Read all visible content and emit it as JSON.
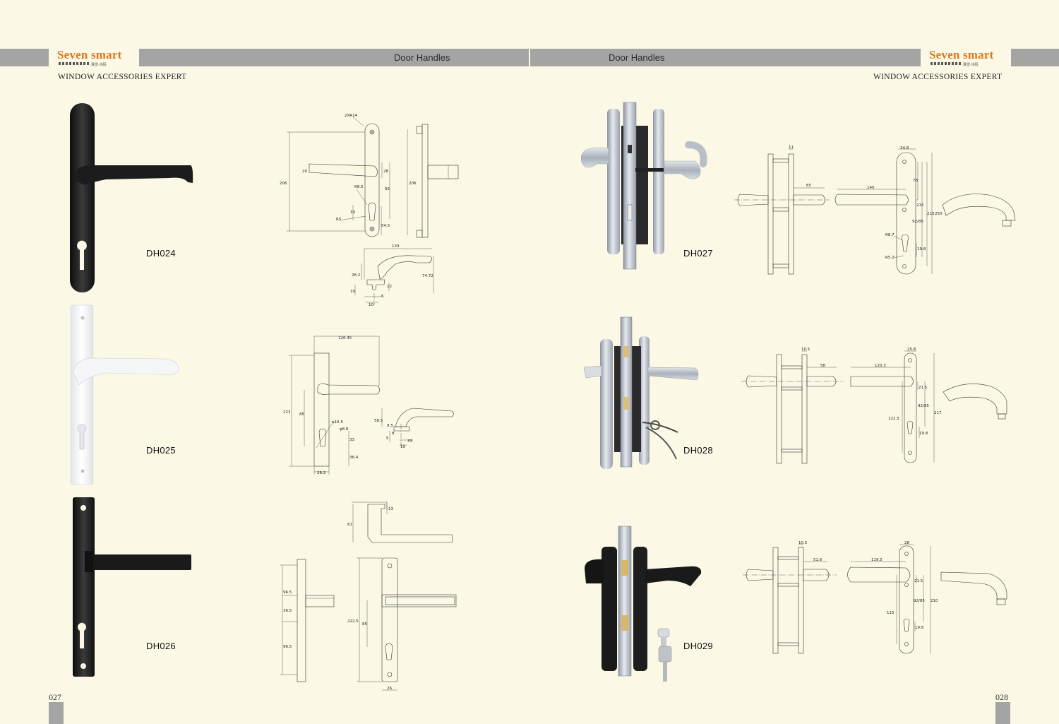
{
  "header": {
    "left": {
      "brand": "Seven smart",
      "brand_sub": "赛雷·诗码",
      "section": "Door Handles",
      "tagline": "WINDOW ACCESSORIES EXPERT"
    },
    "right": {
      "brand": "Seven smart",
      "brand_sub": "赛雷·诗码",
      "section": "Door Handles",
      "tagline": "WINDOW ACCESSORIES EXPERT"
    }
  },
  "products": [
    {
      "code": "DH024",
      "finish": "black",
      "dims": [
        "2XR14",
        "206",
        "20",
        "28",
        "92",
        "206",
        "R8.5",
        "33",
        "R5",
        "54.5",
        "129",
        "28.2",
        "74.72",
        "10",
        "12",
        "10",
        "6"
      ]
    },
    {
      "code": "DH025",
      "finish": "white",
      "dims": [
        "126.45",
        "223",
        "85",
        "φ16.5",
        "φ8.8",
        "33",
        "38.4",
        "28.2",
        "58.5",
        "9.5",
        "8",
        "5",
        "33",
        "10"
      ]
    },
    {
      "code": "DH026",
      "finish": "black",
      "dims": [
        "13",
        "61",
        "96.5",
        "36.5",
        "96.5",
        "222.5",
        "85",
        "26"
      ]
    },
    {
      "code": "DH027",
      "finish": "silver",
      "dims": [
        "11",
        "65",
        "34.8",
        "140",
        "78",
        "215",
        "215",
        "250",
        "92/85",
        "R8.7",
        "19.8",
        "R5.2"
      ]
    },
    {
      "code": "DH028",
      "finish": "silver",
      "dims": [
        "10.5",
        "58",
        "25.8",
        "120.3",
        "21.5",
        "92/85",
        "217",
        "122.5",
        "19.8"
      ]
    },
    {
      "code": "DH029",
      "finish": "black",
      "dims": [
        "10.5",
        "51.6",
        "28",
        "119.5",
        "21.5",
        "92/85",
        "210",
        "115",
        "19.8"
      ]
    }
  ],
  "footer": {
    "left_page": "027",
    "right_page": "028"
  },
  "colors": {
    "background": "#fbf9e6",
    "band": "#a4a4a2",
    "brand": "#e0761b"
  }
}
